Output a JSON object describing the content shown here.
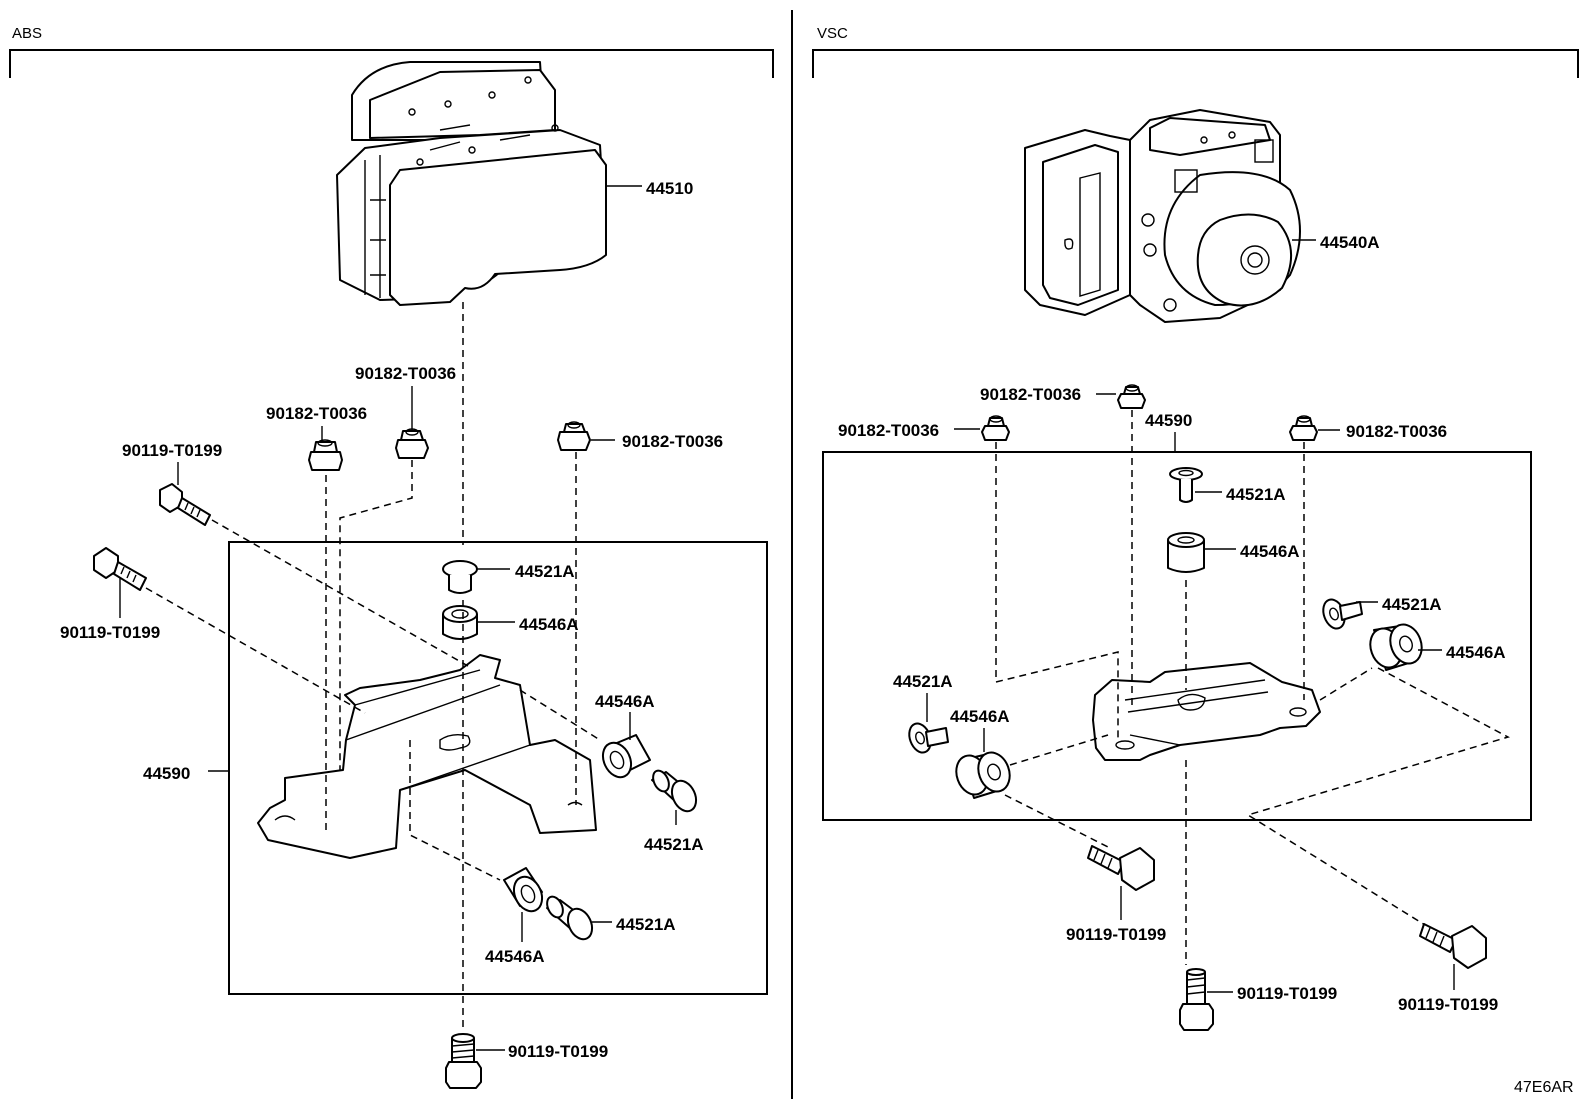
{
  "sections": {
    "abs": "ABS",
    "vsc": "VSC"
  },
  "abs": {
    "actuator": "44510",
    "bracket": "44590",
    "nut_1": "90182-T0036",
    "nut_2": "90182-T0036",
    "nut_3": "90182-T0036",
    "bolt_1": "90119-T0199",
    "bolt_2": "90119-T0199",
    "bolt_3": "90119-T0199",
    "collar_top": "44521A",
    "cushion_top": "44546A",
    "cushion_right": "44546A",
    "collar_right": "44521A",
    "cushion_bottom": "44546A",
    "collar_bottom": "44521A"
  },
  "vsc": {
    "actuator": "44540A",
    "bracket": "44590",
    "nut_1": "90182-T0036",
    "nut_2": "90182-T0036",
    "nut_3": "90182-T0036",
    "collar_top": "44521A",
    "cushion_top": "44546A",
    "collar_right": "44521A",
    "cushion_right": "44546A",
    "collar_left": "44521A",
    "cushion_left": "44546A",
    "bolt_1": "90119-T0199",
    "bolt_2": "90119-T0199",
    "bolt_3": "90119-T0199"
  },
  "figure_code": "47E6AR"
}
